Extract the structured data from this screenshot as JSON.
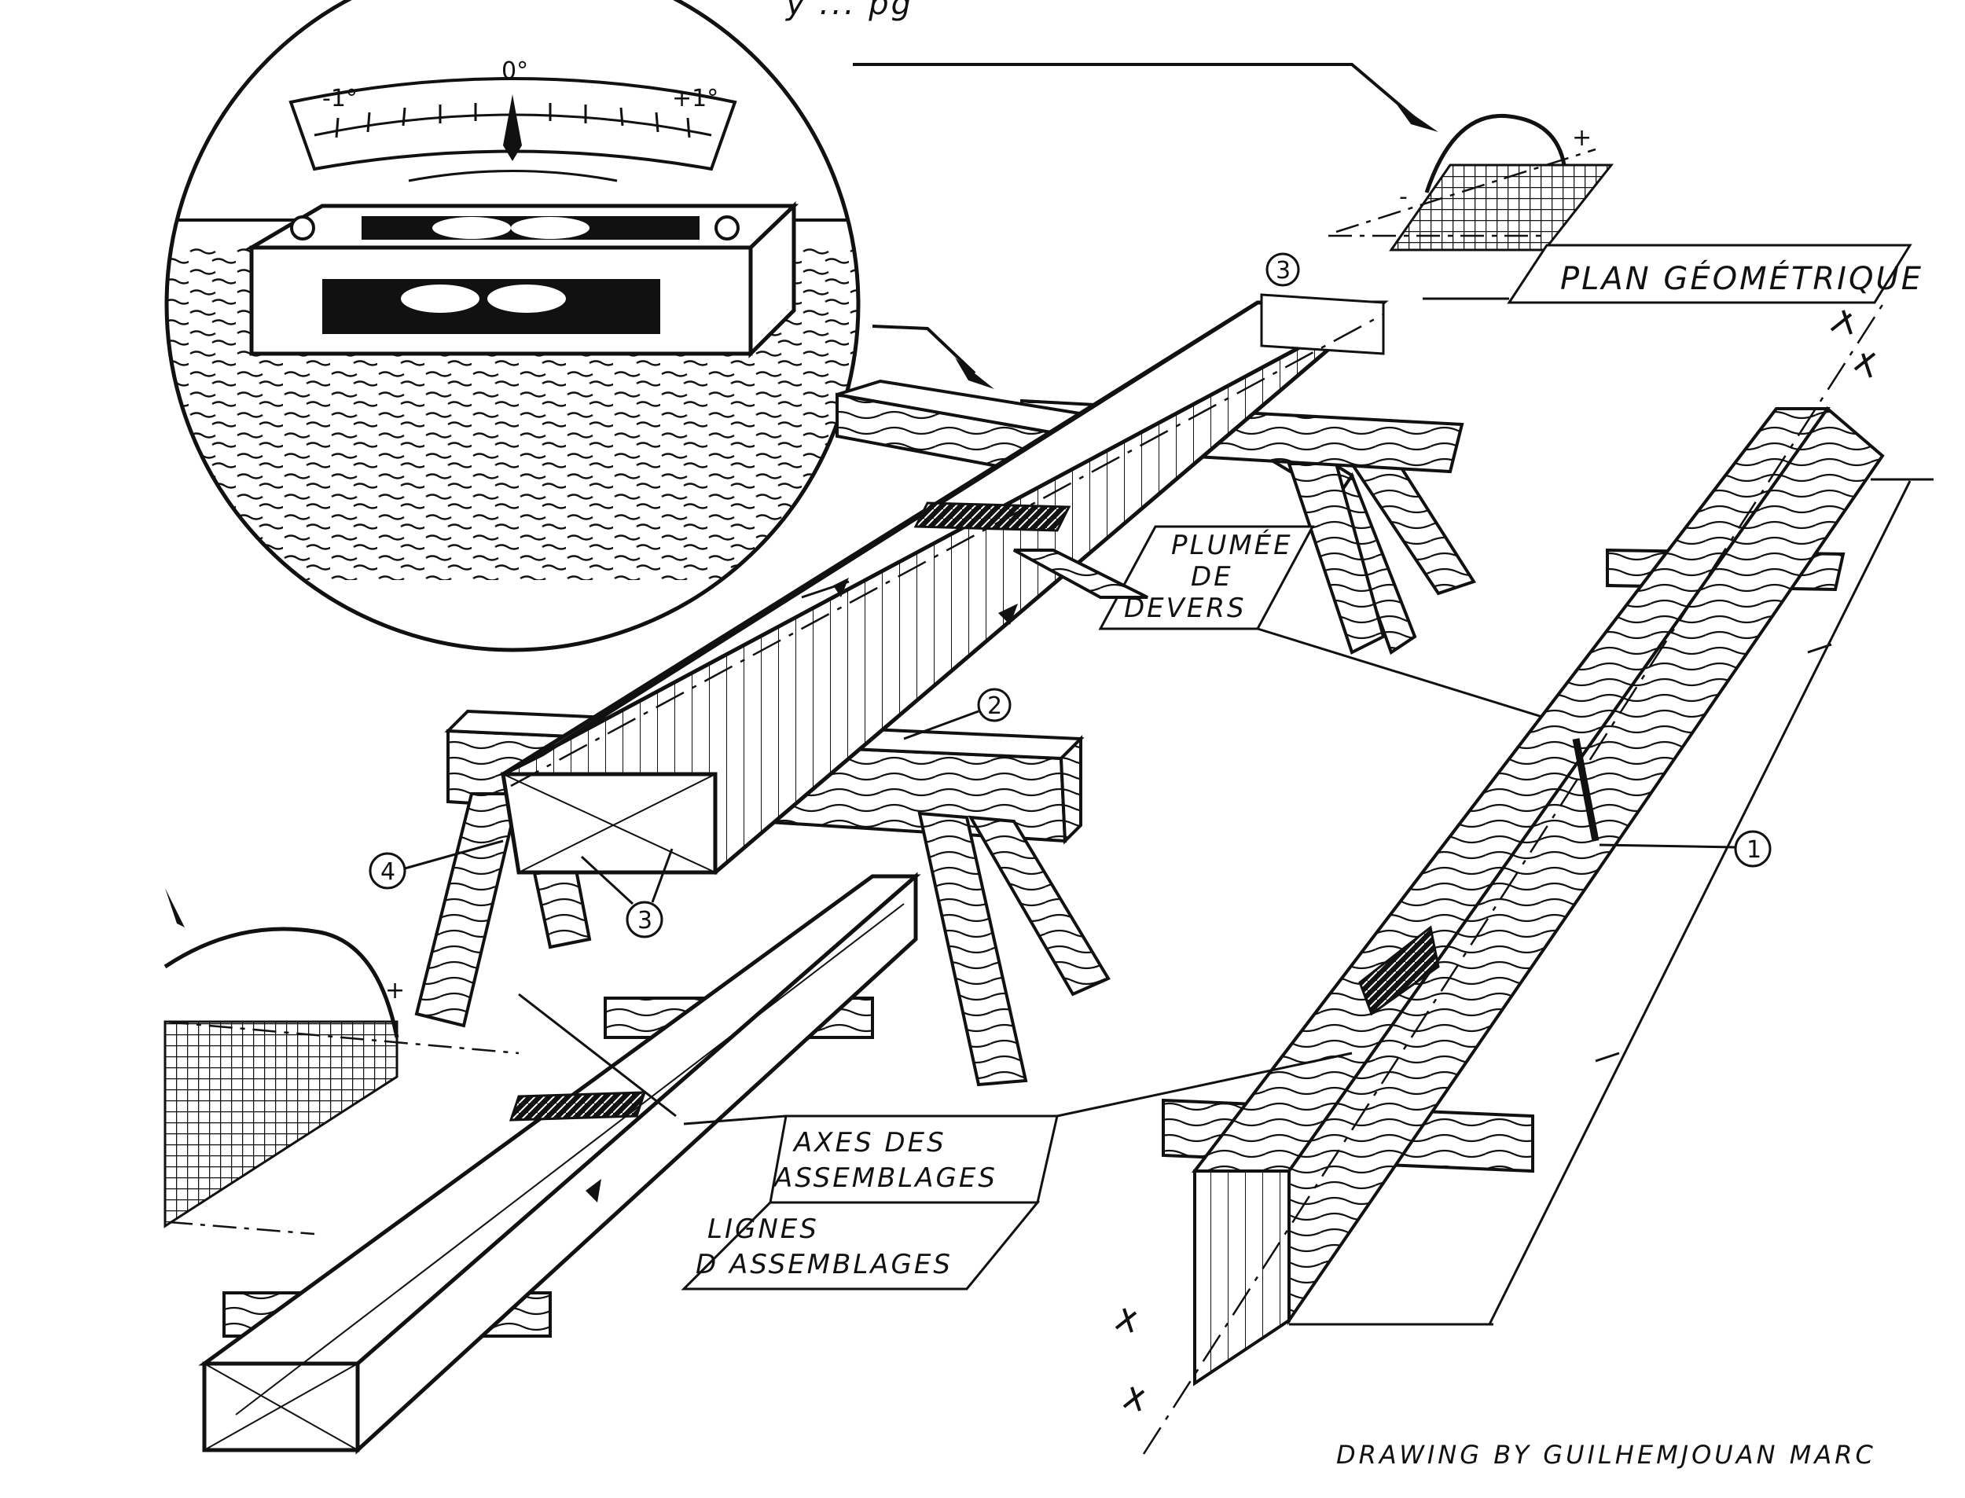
{
  "header": {
    "partial_text": "y ... pg"
  },
  "level_gauge": {
    "minus_label": "-1°",
    "zero_label": "0°",
    "plus_label": "+1°"
  },
  "labels": {
    "plan_geometrique": "PLAN GÉOMÉTRIQUE",
    "plumee_line1": "PLUMÉE",
    "plumee_line2": "DE",
    "plumee_line3": "DEVERS",
    "axes_line1": "AXES DES",
    "axes_line2": "ASSEMBLAGES",
    "lignes_line1": "LIGNES",
    "lignes_line2": "D ASSEMBLAGES"
  },
  "markers": {
    "m1": "1",
    "m2": "2",
    "m3": "3",
    "m4": "4",
    "plus": "+",
    "minus": "-"
  },
  "signature": "DRAWING BY GUILHEMJOUAN MARC",
  "colors": {
    "ink": "#111111",
    "paper": "#ffffff"
  }
}
